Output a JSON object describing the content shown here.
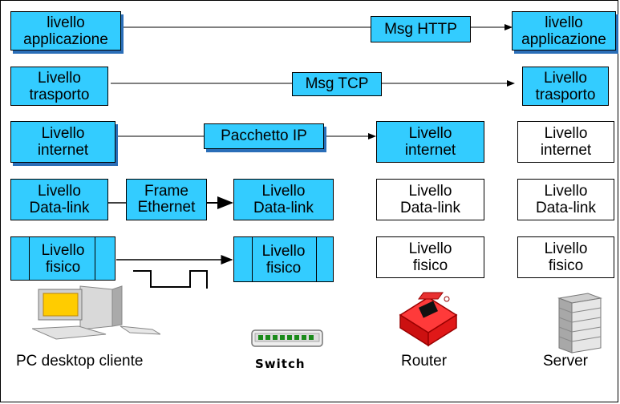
{
  "left_column": {
    "app": "livello\napplicazione",
    "transport": "Livello\ntrasporto",
    "internet": "Livello\ninternet",
    "datalink": "Livello\nData-link",
    "physical": "Livello\nfisico"
  },
  "switch_column": {
    "datalink": "Livello\nData-link",
    "physical": "Livello\nfisico"
  },
  "router_column": {
    "internet": "Livello\ninternet",
    "datalink": "Livello\nData-link",
    "physical": "Livello\nfisico"
  },
  "server_column": {
    "app": "livello\napplicazione",
    "transport": "Livello\ntrasporto",
    "internet": "Livello\ninternet",
    "datalink": "Livello\nData-link",
    "physical": "Livello\nfisico"
  },
  "messages": {
    "http": "Msg HTTP",
    "tcp": "Msg TCP",
    "ip": "Pacchetto IP",
    "frame": "Frame\nEthernet"
  },
  "devices": {
    "pc": "PC desktop cliente",
    "switch": "Switch",
    "router": "Router",
    "server": "Server"
  },
  "colors": {
    "layer_blue": "#33ccff",
    "shadow": "#2a6eb8"
  }
}
